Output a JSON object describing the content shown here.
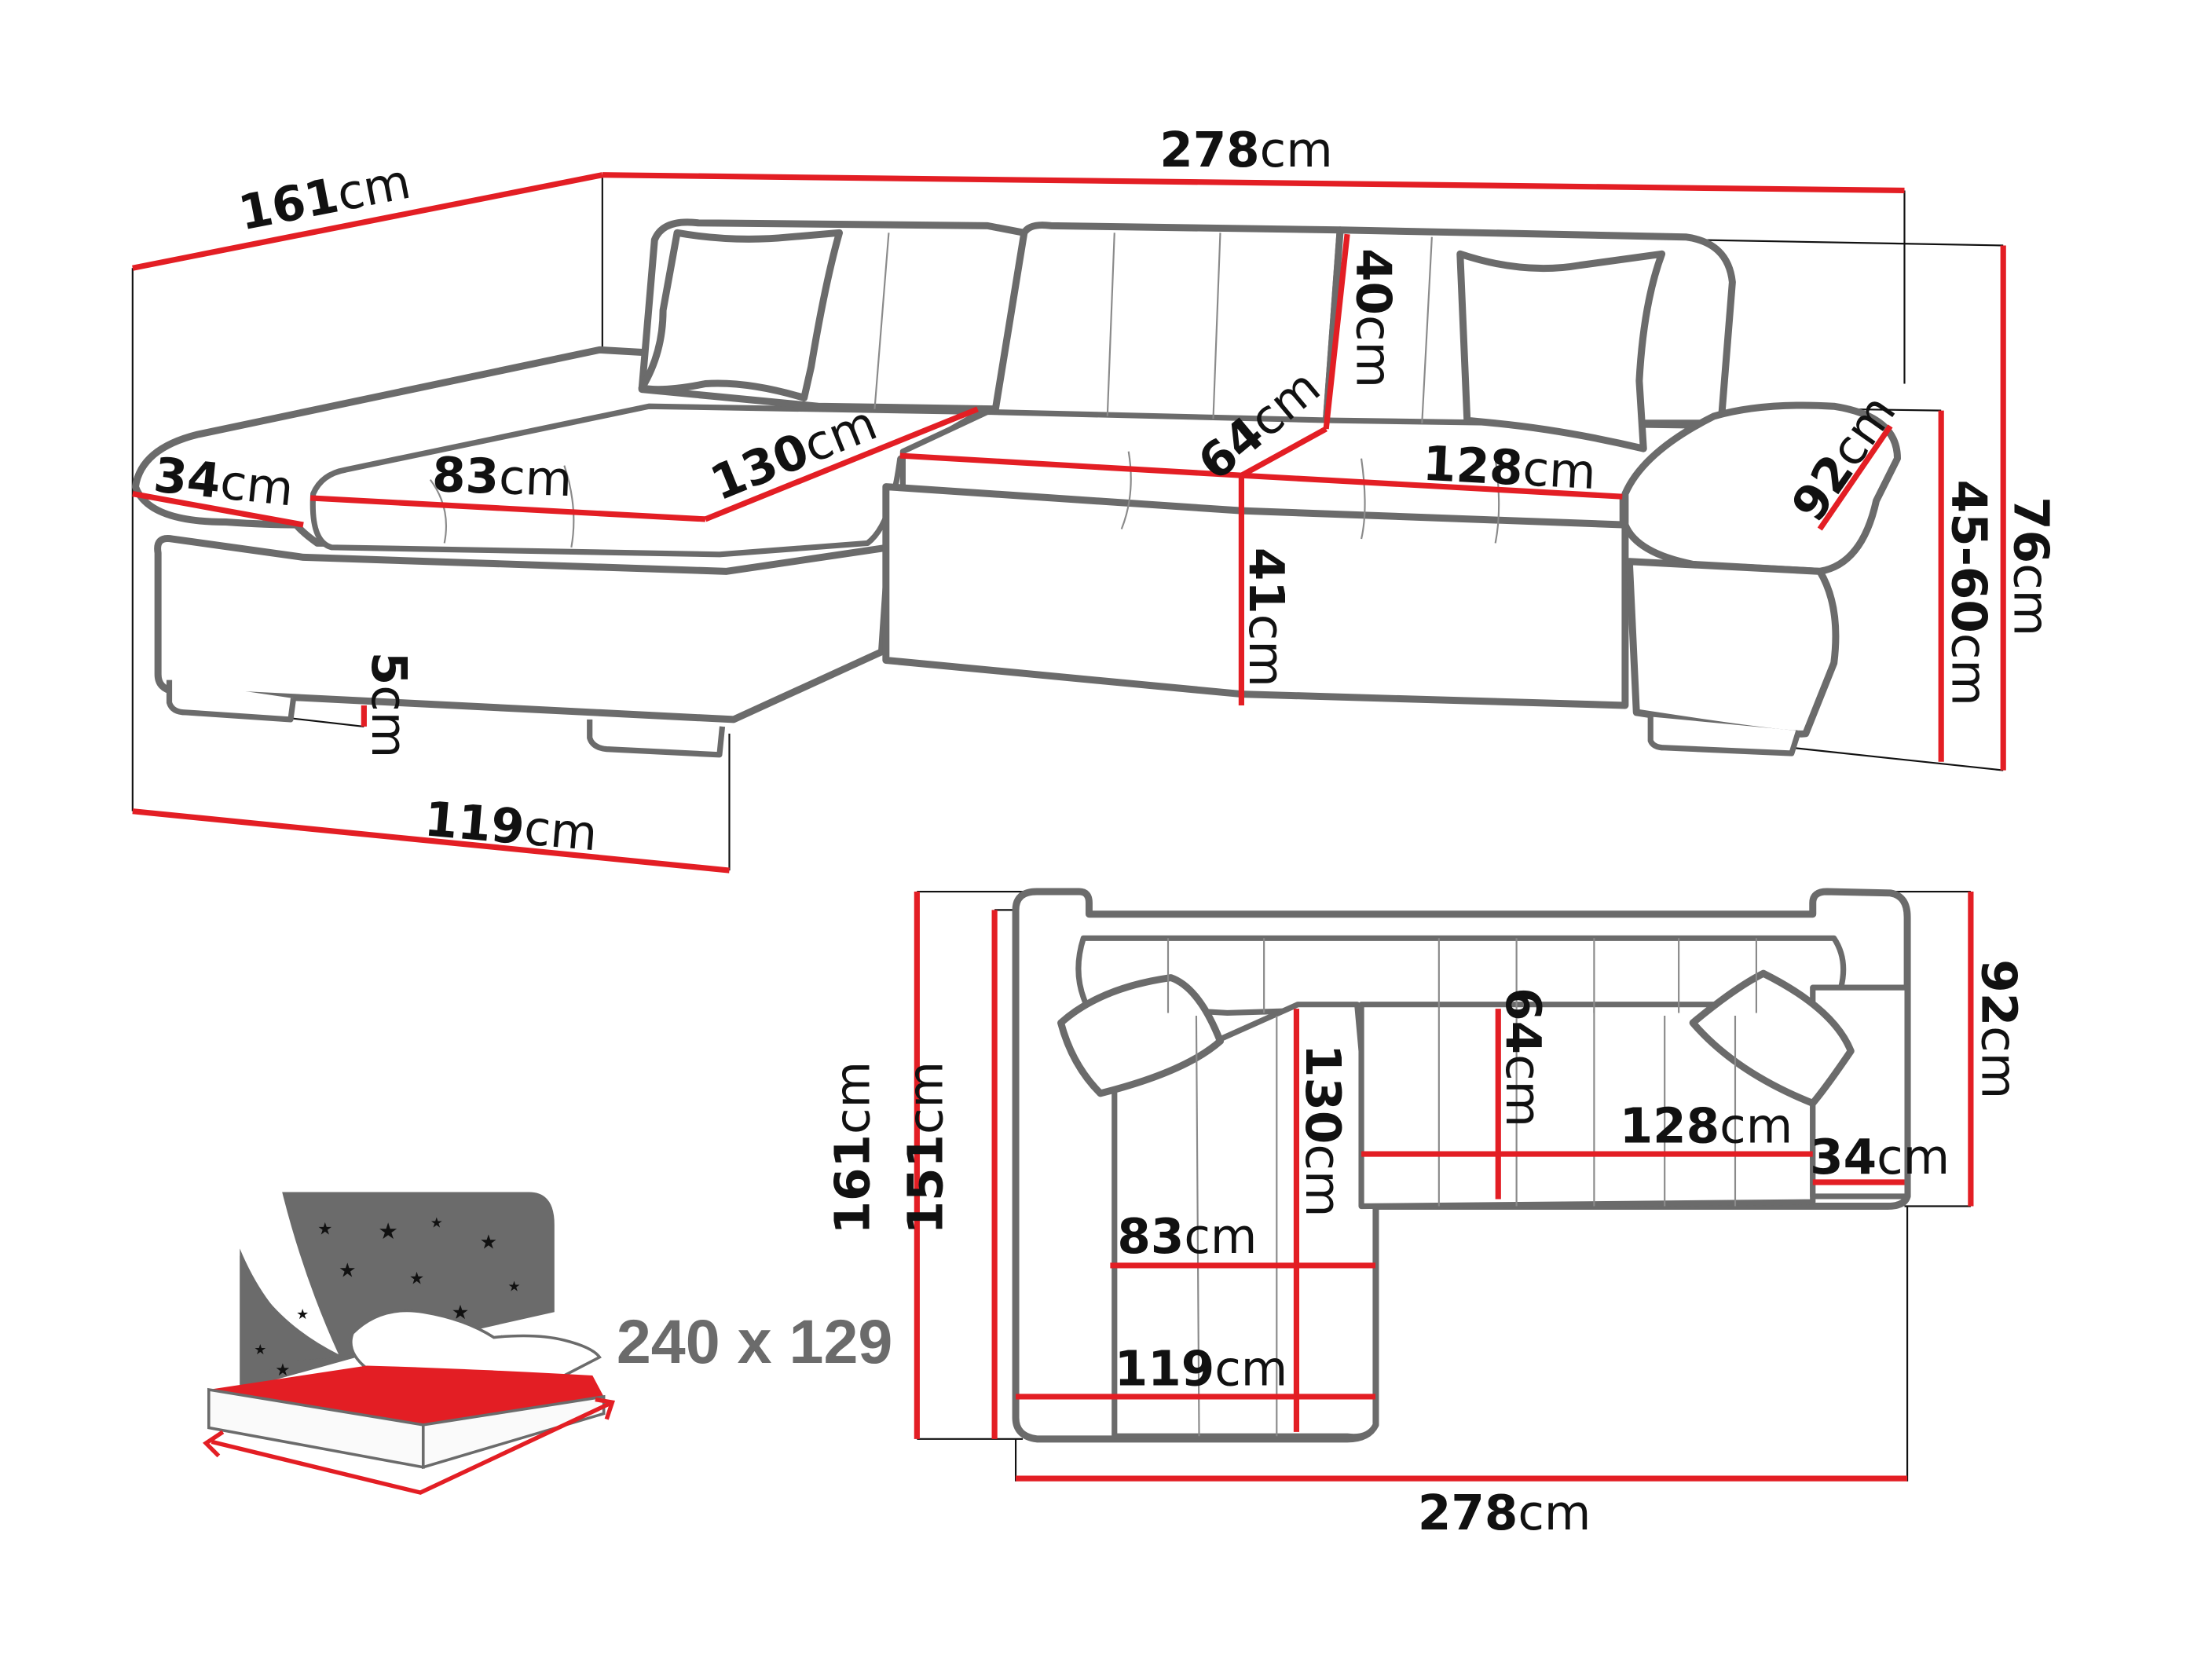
{
  "colors": {
    "dimension_line": "#e31e24",
    "outline": "#6b6b6b",
    "text": "#111111",
    "bed_icon_grey": "#6b6b6b"
  },
  "unit": "cm",
  "perspective_view": {
    "overall_width": {
      "value": "278",
      "unit": "cm"
    },
    "chaise_depth_diag": {
      "value": "161",
      "unit": "cm"
    },
    "armrest_width": {
      "value": "34",
      "unit": "cm"
    },
    "chaise_seat_width": {
      "value": "83",
      "unit": "cm"
    },
    "chaise_seat_length": {
      "value": "130",
      "unit": "cm"
    },
    "seat_depth": {
      "value": "64",
      "unit": "cm"
    },
    "backrest_height": {
      "value": "40",
      "unit": "cm"
    },
    "seat_width_right": {
      "value": "128",
      "unit": "cm"
    },
    "armrest_depth": {
      "value": "92",
      "unit": "cm"
    },
    "seat_height": {
      "value": "41",
      "unit": "cm"
    },
    "leg_height": {
      "value": "5",
      "unit": "cm"
    },
    "chaise_width": {
      "value": "119",
      "unit": "cm"
    },
    "armrest_height": {
      "value": "45-60",
      "unit": "cm"
    },
    "overall_height": {
      "value": "76",
      "unit": "cm"
    }
  },
  "top_view": {
    "overall_depth_outer": {
      "value": "161",
      "unit": "cm"
    },
    "overall_depth_inner": {
      "value": "151",
      "unit": "cm"
    },
    "chaise_seat_length": {
      "value": "130",
      "unit": "cm"
    },
    "seat_depth": {
      "value": "64",
      "unit": "cm"
    },
    "sofa_depth": {
      "value": "92",
      "unit": "cm"
    },
    "seat_width_right": {
      "value": "128",
      "unit": "cm"
    },
    "armrest_width": {
      "value": "34",
      "unit": "cm"
    },
    "chaise_seat_width": {
      "value": "83",
      "unit": "cm"
    },
    "chaise_width": {
      "value": "119",
      "unit": "cm"
    },
    "overall_width": {
      "value": "278",
      "unit": "cm"
    }
  },
  "sleeping_area": {
    "icon": "bed-icon",
    "size_label": "240 x 129"
  }
}
